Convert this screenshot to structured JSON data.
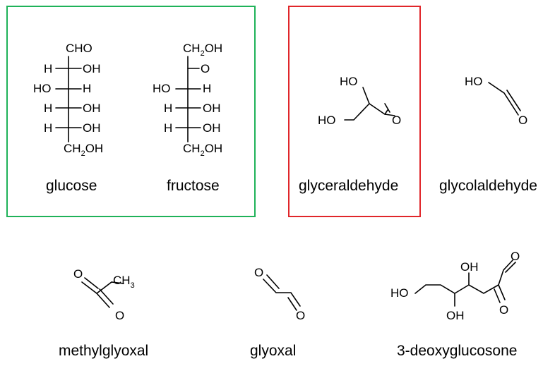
{
  "highlight_colors": {
    "green": "#1fb259",
    "red": "#e0262a"
  },
  "atoms": {
    "cho": "CHO",
    "ch2oh": "CH",
    "sub2": "2",
    "oh_suffix": "OH",
    "h": "H",
    "oh": "OH",
    "ho": "HO",
    "o": "O",
    "ch3": "CH",
    "sub3": "3"
  },
  "molecules": {
    "glucose": "glucose",
    "fructose": "fructose",
    "glyceraldehyde": "glyceraldehyde",
    "glycolaldehyde": "glycolaldehyde",
    "methylglyoxal": "methylglyoxal",
    "glyoxal": "glyoxal",
    "deoxyglucosone": "3-deoxyglucosone"
  }
}
